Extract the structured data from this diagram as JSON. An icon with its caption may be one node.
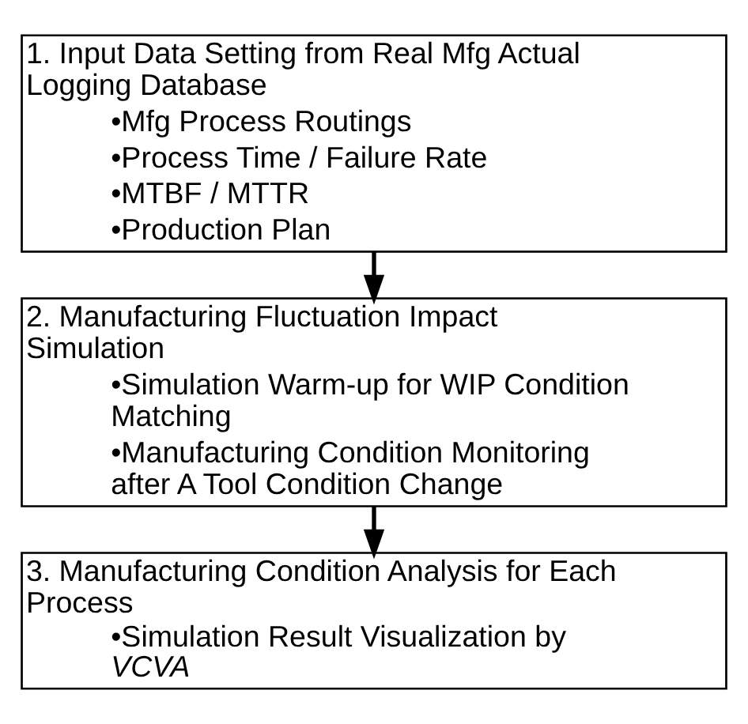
{
  "diagram": {
    "nodes": [
      {
        "text": [
          "1. Input Data Setting from Real Mfg Actual Logging Database",
          "•Mfg Process Routings",
          "•Process Time / Failure Rate",
          "•MTBF / MTTR",
          "•Production Plan"
        ]
      },
      {
        "text": [
          "2. Manufacturing Fluctuation Impact Simulation",
          "•Simulation Warm-up for WIP Condition Matching",
          "•Manufacturing Condition Monitoring after A Tool Condition Change"
        ]
      },
      {
        "text": [
          "3. Manufacturing Condition Analysis for Each Process",
          "•Simulation Result Visualization by *VCVA*"
        ]
      }
    ],
    "edges": [
      {
        "from": 0,
        "to": 1,
        "arrow": "to"
      },
      {
        "from": 1,
        "to": 2,
        "arrow": "to"
      }
    ]
  }
}
